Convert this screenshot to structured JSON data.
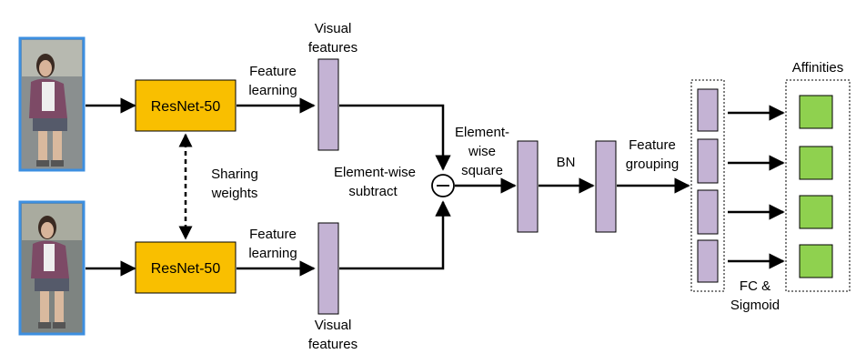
{
  "labels": {
    "visual_features_top": [
      "Visual",
      "features"
    ],
    "visual_features_bottom": [
      "Visual",
      "features"
    ],
    "feature_learning_top": [
      "Feature",
      "learning"
    ],
    "feature_learning_bottom": [
      "Feature",
      "learning"
    ],
    "resnet_top": "ResNet-50",
    "resnet_bottom": "ResNet-50",
    "sharing_weights": [
      "Sharing",
      "weights"
    ],
    "element_wise_subtract": [
      "Element-wise",
      "subtract"
    ],
    "element_wise_square": [
      "Element-",
      "wise",
      "square"
    ],
    "bn": "BN",
    "feature_grouping": [
      "Feature",
      "grouping"
    ],
    "affinities": "Affinities",
    "fc_sigmoid": [
      "FC &",
      "Sigmoid"
    ]
  },
  "colors": {
    "resnet_fill": "#f9bf00",
    "feature_fill": "#c4b3d4",
    "affinity_fill": "#8fd14f",
    "photo_border": "#3d8fe0"
  }
}
